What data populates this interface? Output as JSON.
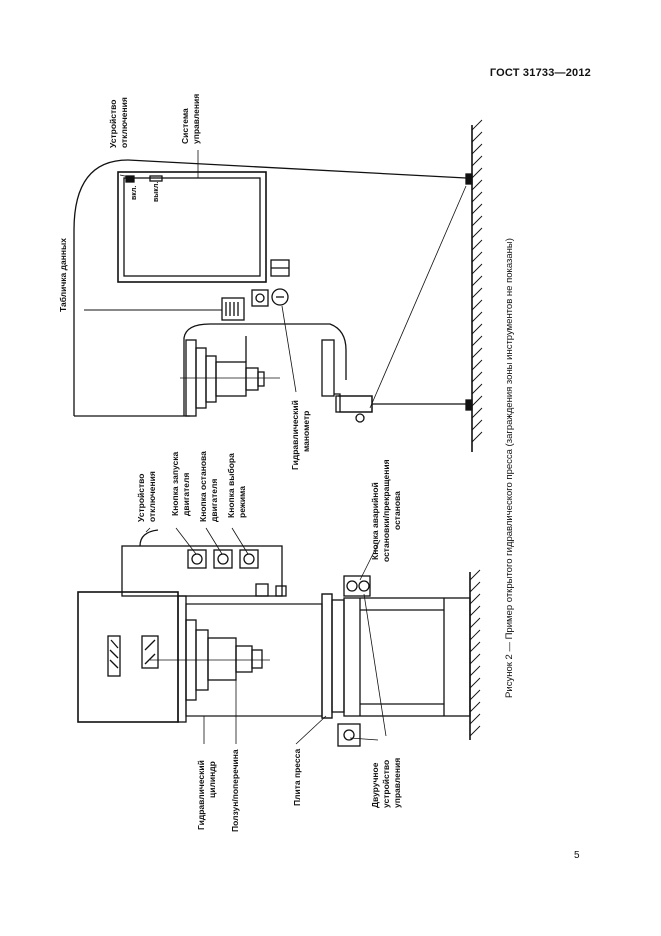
{
  "header": {
    "standard": "ГОСТ  31733—2012"
  },
  "figure": {
    "caption": "Рисунок 2 — Пример открытого гидравлического пресса (заграждения зоны инструментов не показаны)",
    "labels": {
      "disconnect_top_1": "Устройство",
      "disconnect_top_2": "отключения",
      "control_system_1": "Система",
      "control_system_2": "управления",
      "nameplate": "Табличка данных",
      "on": "вкл.",
      "off": "выкл.",
      "manometer_1": "Гидравлический",
      "manometer_2": "манометр",
      "disconnect_1": "Устройство",
      "disconnect_2": "отключения",
      "start_btn_1": "Кнопка запуска",
      "start_btn_2": "двигателя",
      "stop_btn_1": "Кнопка останова",
      "stop_btn_2": "двигателя",
      "mode_btn_1": "Кнопка выбора",
      "mode_btn_2": "режима",
      "emergency_1": "Кнопка аварийной",
      "emergency_2": "остановки/прекращения",
      "emergency_3": "останова",
      "cylinder_1": "Гидравлический",
      "cylinder_2": "цилиндр",
      "slide": "Ползун/поперечина",
      "bed": "Плита пресса",
      "twohand_1": "Двуручное",
      "twohand_2": "устройство",
      "twohand_3": "управления"
    }
  },
  "footer": {
    "page_number": "5"
  }
}
